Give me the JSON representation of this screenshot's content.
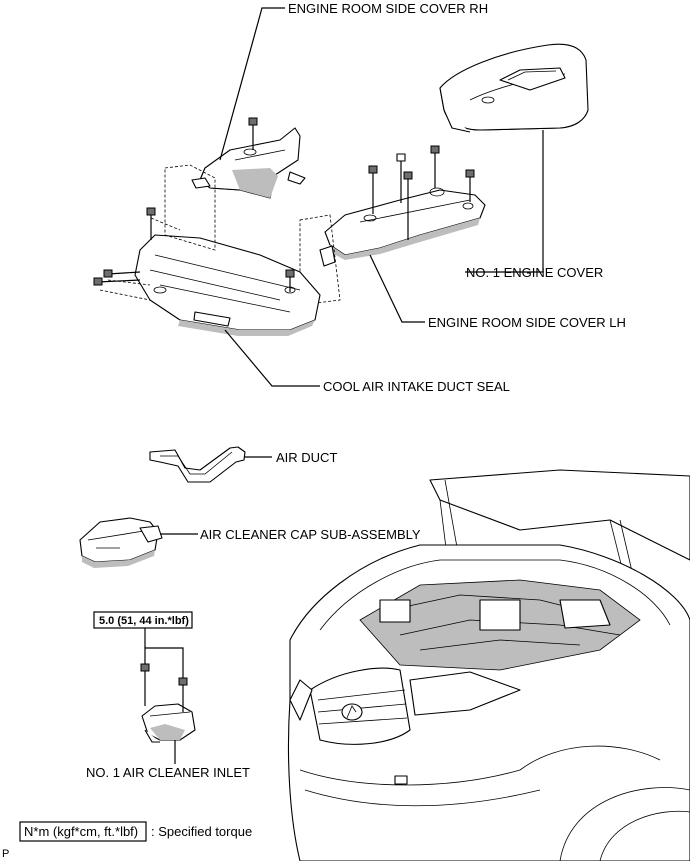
{
  "labels": {
    "engine_room_side_cover_rh": "ENGINE ROOM SIDE COVER RH",
    "no1_engine_cover": "NO. 1 ENGINE COVER",
    "engine_room_side_cover_lh": "ENGINE ROOM SIDE COVER LH",
    "cool_air_intake_duct_seal": "COOL AIR INTAKE DUCT SEAL",
    "air_duct": "AIR DUCT",
    "air_cleaner_cap_sub_assembly": "AIR CLEANER CAP SUB-ASSEMBLY",
    "no1_air_cleaner_inlet": "NO. 1 AIR CLEANER INLET"
  },
  "torque": {
    "value": "5.0 (51, 44 in.*lbf)"
  },
  "legend": {
    "units_box": "N*m (kgf*cm, ft.*lbf)",
    "description": ": Specified torque"
  },
  "figure_code": "P"
}
